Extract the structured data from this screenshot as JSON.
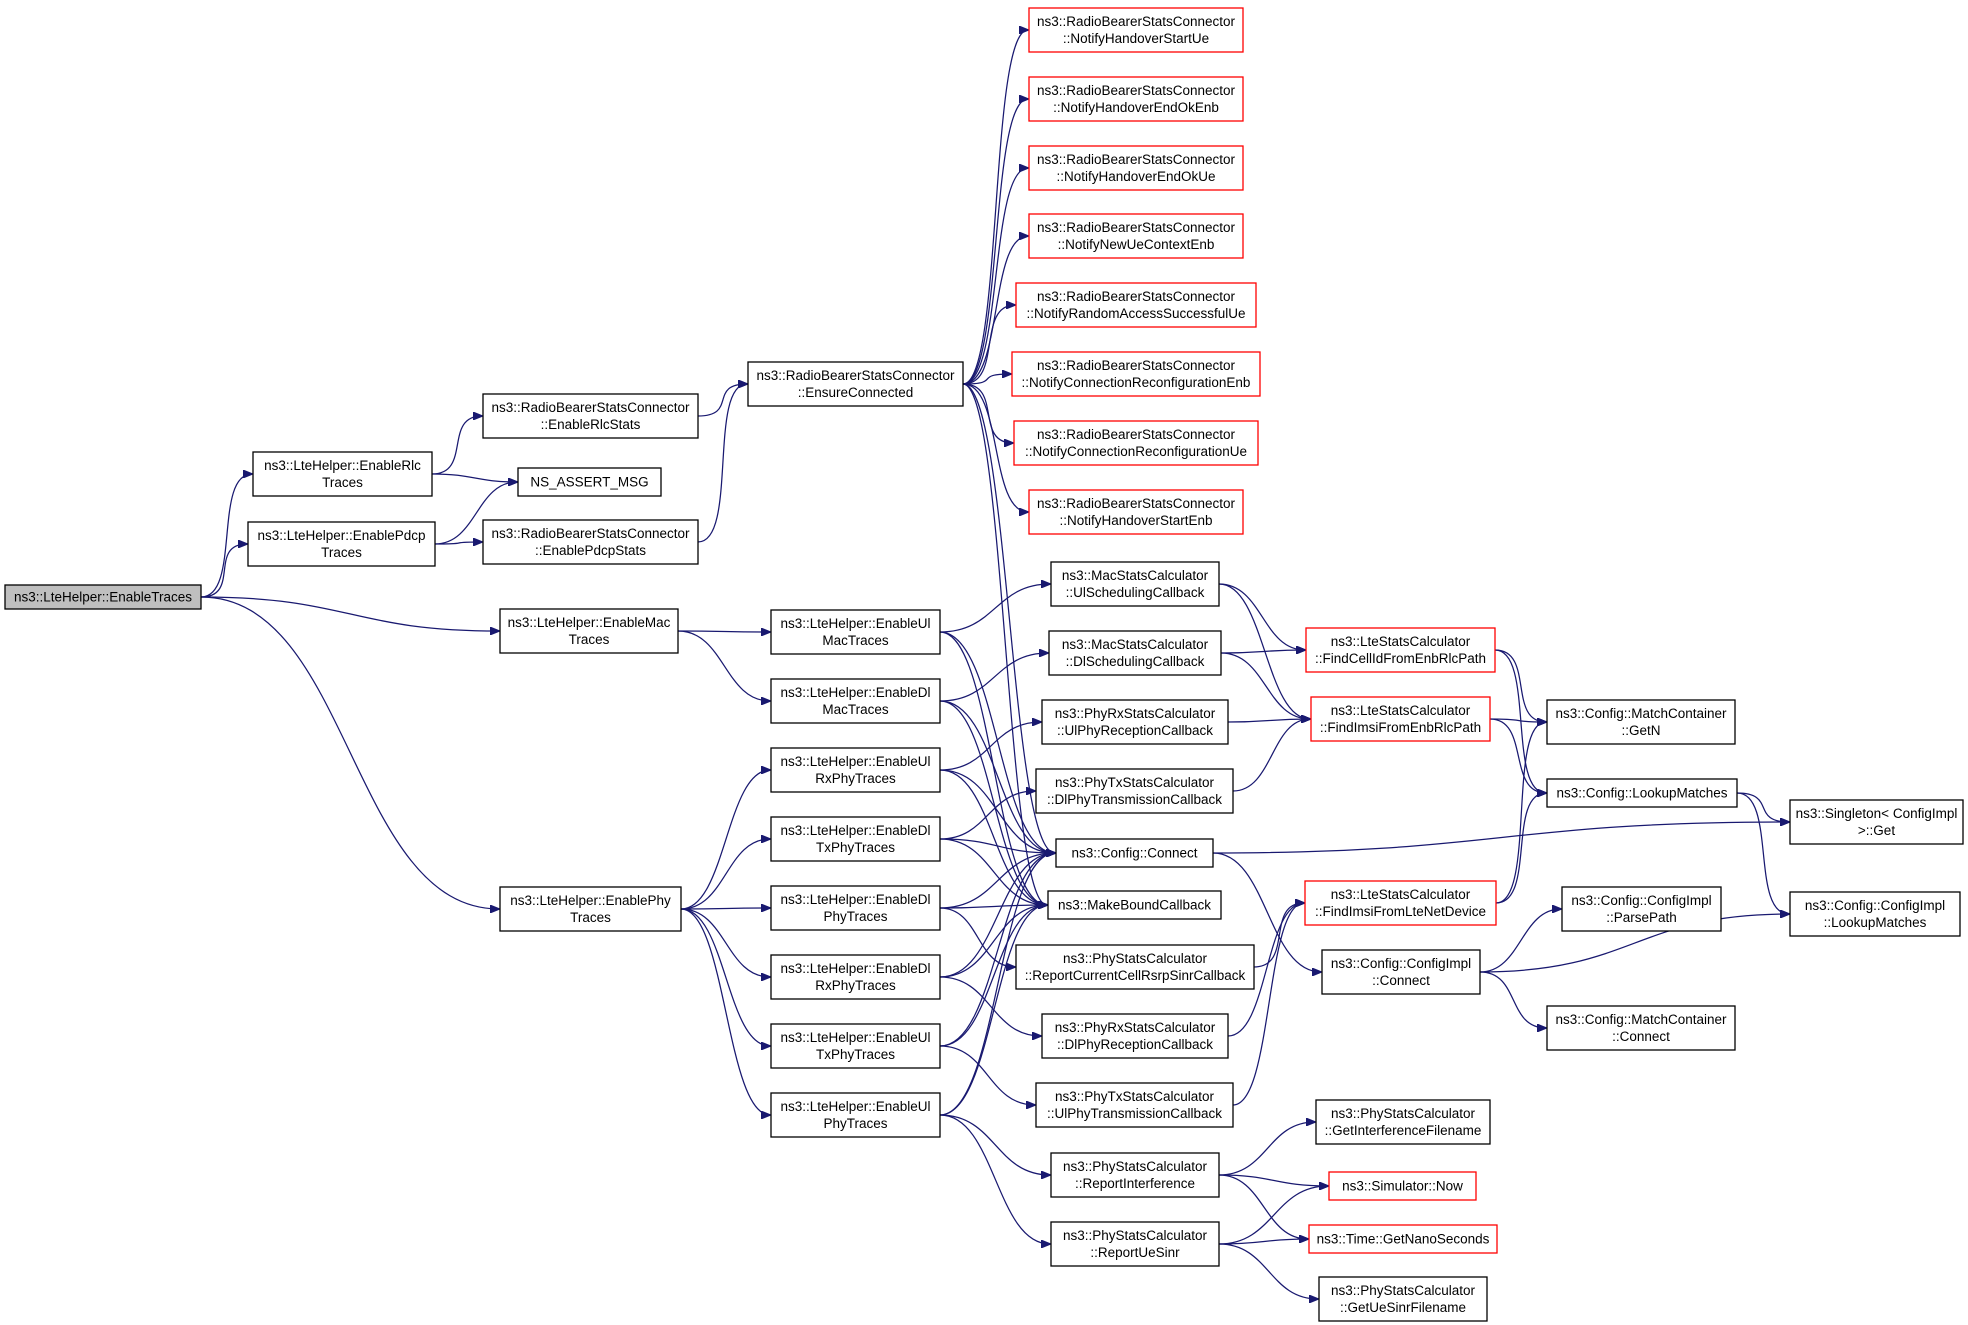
{
  "colors": {
    "edge": "#191970",
    "box_border": "#000000",
    "box_border_truncated": "#ff0000",
    "root_fill": "#bfbfbf",
    "box_fill": "#ffffff",
    "background": "#ffffff"
  },
  "nodes": [
    {
      "id": "root",
      "lines": [
        "ns3::LteHelper::EnableTraces"
      ],
      "style": "root"
    },
    {
      "id": "rlcTraces",
      "lines": [
        "ns3::LteHelper::EnableRlc",
        "Traces"
      ],
      "style": "normal"
    },
    {
      "id": "pdcpTraces",
      "lines": [
        "ns3::LteHelper::EnablePdcp",
        "Traces"
      ],
      "style": "normal"
    },
    {
      "id": "macTraces",
      "lines": [
        "ns3::LteHelper::EnableMac",
        "Traces"
      ],
      "style": "normal"
    },
    {
      "id": "phyTraces",
      "lines": [
        "ns3::LteHelper::EnablePhy",
        "Traces"
      ],
      "style": "normal"
    },
    {
      "id": "rlcStats",
      "lines": [
        "ns3::RadioBearerStatsConnector",
        "::EnableRlcStats"
      ],
      "style": "normal"
    },
    {
      "id": "nsAssert",
      "lines": [
        "NS_ASSERT_MSG"
      ],
      "style": "normal"
    },
    {
      "id": "pdcpStats",
      "lines": [
        "ns3::RadioBearerStatsConnector",
        "::EnablePdcpStats"
      ],
      "style": "normal"
    },
    {
      "id": "ensure",
      "lines": [
        "ns3::RadioBearerStatsConnector",
        "::EnsureConnected"
      ],
      "style": "normal"
    },
    {
      "id": "hoStartUe",
      "lines": [
        "ns3::RadioBearerStatsConnector",
        "::NotifyHandoverStartUe"
      ],
      "style": "truncated"
    },
    {
      "id": "hoEndOkEnb",
      "lines": [
        "ns3::RadioBearerStatsConnector",
        "::NotifyHandoverEndOkEnb"
      ],
      "style": "truncated"
    },
    {
      "id": "hoEndOkUe",
      "lines": [
        "ns3::RadioBearerStatsConnector",
        "::NotifyHandoverEndOkUe"
      ],
      "style": "truncated"
    },
    {
      "id": "newUeCtx",
      "lines": [
        "ns3::RadioBearerStatsConnector",
        "::NotifyNewUeContextEnb"
      ],
      "style": "truncated"
    },
    {
      "id": "randAccess",
      "lines": [
        "ns3::RadioBearerStatsConnector",
        "::NotifyRandomAccessSuccessfulUe"
      ],
      "style": "truncated"
    },
    {
      "id": "connReconfEnb",
      "lines": [
        "ns3::RadioBearerStatsConnector",
        "::NotifyConnectionReconfigurationEnb"
      ],
      "style": "truncated"
    },
    {
      "id": "connReconfUe",
      "lines": [
        "ns3::RadioBearerStatsConnector",
        "::NotifyConnectionReconfigurationUe"
      ],
      "style": "truncated"
    },
    {
      "id": "hoStartEnb",
      "lines": [
        "ns3::RadioBearerStatsConnector",
        "::NotifyHandoverStartEnb"
      ],
      "style": "truncated"
    },
    {
      "id": "ulMac",
      "lines": [
        "ns3::LteHelper::EnableUl",
        "MacTraces"
      ],
      "style": "normal"
    },
    {
      "id": "dlMac",
      "lines": [
        "ns3::LteHelper::EnableDl",
        "MacTraces"
      ],
      "style": "normal"
    },
    {
      "id": "ulRxPhy",
      "lines": [
        "ns3::LteHelper::EnableUl",
        "RxPhyTraces"
      ],
      "style": "normal"
    },
    {
      "id": "dlTxPhy",
      "lines": [
        "ns3::LteHelper::EnableDl",
        "TxPhyTraces"
      ],
      "style": "normal"
    },
    {
      "id": "dlPhy",
      "lines": [
        "ns3::LteHelper::EnableDl",
        "PhyTraces"
      ],
      "style": "normal"
    },
    {
      "id": "dlRxPhy",
      "lines": [
        "ns3::LteHelper::EnableDl",
        "RxPhyTraces"
      ],
      "style": "normal"
    },
    {
      "id": "ulTxPhy",
      "lines": [
        "ns3::LteHelper::EnableUl",
        "TxPhyTraces"
      ],
      "style": "normal"
    },
    {
      "id": "ulPhy",
      "lines": [
        "ns3::LteHelper::EnableUl",
        "PhyTraces"
      ],
      "style": "normal"
    },
    {
      "id": "ulSched",
      "lines": [
        "ns3::MacStatsCalculator",
        "::UlSchedulingCallback"
      ],
      "style": "normal"
    },
    {
      "id": "dlSched",
      "lines": [
        "ns3::MacStatsCalculator",
        "::DlSchedulingCallback"
      ],
      "style": "normal"
    },
    {
      "id": "ulPhyRecep",
      "lines": [
        "ns3::PhyRxStatsCalculator",
        "::UlPhyReceptionCallback"
      ],
      "style": "normal"
    },
    {
      "id": "dlPhyTrans",
      "lines": [
        "ns3::PhyTxStatsCalculator",
        "::DlPhyTransmissionCallback"
      ],
      "style": "normal"
    },
    {
      "id": "connect",
      "lines": [
        "ns3::Config::Connect"
      ],
      "style": "normal"
    },
    {
      "id": "makeBound",
      "lines": [
        "ns3::MakeBoundCallback"
      ],
      "style": "normal"
    },
    {
      "id": "rsrpSinr",
      "lines": [
        "ns3::PhyStatsCalculator",
        "::ReportCurrentCellRsrpSinrCallback"
      ],
      "style": "normal"
    },
    {
      "id": "dlPhyRecep",
      "lines": [
        "ns3::PhyRxStatsCalculator",
        "::DlPhyReceptionCallback"
      ],
      "style": "normal"
    },
    {
      "id": "ulPhyTrans",
      "lines": [
        "ns3::PhyTxStatsCalculator",
        "::UlPhyTransmissionCallback"
      ],
      "style": "normal"
    },
    {
      "id": "reportInterf",
      "lines": [
        "ns3::PhyStatsCalculator",
        "::ReportInterference"
      ],
      "style": "normal"
    },
    {
      "id": "reportUeSinr",
      "lines": [
        "ns3::PhyStatsCalculator",
        "::ReportUeSinr"
      ],
      "style": "normal"
    },
    {
      "id": "findCellId",
      "lines": [
        "ns3::LteStatsCalculator",
        "::FindCellIdFromEnbRlcPath"
      ],
      "style": "truncated"
    },
    {
      "id": "findImsiRlc",
      "lines": [
        "ns3::LteStatsCalculator",
        "::FindImsiFromEnbRlcPath"
      ],
      "style": "truncated"
    },
    {
      "id": "findImsiNet",
      "lines": [
        "ns3::LteStatsCalculator",
        "::FindImsiFromLteNetDevice"
      ],
      "style": "truncated"
    },
    {
      "id": "cfgImplConnect",
      "lines": [
        "ns3::Config::ConfigImpl",
        "::Connect"
      ],
      "style": "normal"
    },
    {
      "id": "getInterfFile",
      "lines": [
        "ns3::PhyStatsCalculator",
        "::GetInterferenceFilename"
      ],
      "style": "normal"
    },
    {
      "id": "simNow",
      "lines": [
        "ns3::Simulator::Now"
      ],
      "style": "truncated"
    },
    {
      "id": "getNano",
      "lines": [
        "ns3::Time::GetNanoSeconds"
      ],
      "style": "truncated"
    },
    {
      "id": "getUeSinrFile",
      "lines": [
        "ns3::PhyStatsCalculator",
        "::GetUeSinrFilename"
      ],
      "style": "normal"
    },
    {
      "id": "mcGetN",
      "lines": [
        "ns3::Config::MatchContainer",
        "::GetN"
      ],
      "style": "normal"
    },
    {
      "id": "lookupMatches",
      "lines": [
        "ns3::Config::LookupMatches"
      ],
      "style": "normal"
    },
    {
      "id": "parsePath",
      "lines": [
        "ns3::Config::ConfigImpl",
        "::ParsePath"
      ],
      "style": "normal"
    },
    {
      "id": "mcConnect",
      "lines": [
        "ns3::Config::MatchContainer",
        "::Connect"
      ],
      "style": "normal"
    },
    {
      "id": "singletonGet",
      "lines": [
        "ns3::Singleton< ConfigImpl",
        " >::Get"
      ],
      "style": "normal"
    },
    {
      "id": "cfgImplLookup",
      "lines": [
        "ns3::Config::ConfigImpl",
        "::LookupMatches"
      ],
      "style": "normal"
    }
  ],
  "edges": [
    [
      "root",
      "rlcTraces"
    ],
    [
      "root",
      "pdcpTraces"
    ],
    [
      "root",
      "macTraces"
    ],
    [
      "root",
      "phyTraces"
    ],
    [
      "rlcTraces",
      "rlcStats"
    ],
    [
      "rlcTraces",
      "nsAssert"
    ],
    [
      "pdcpTraces",
      "nsAssert"
    ],
    [
      "pdcpTraces",
      "pdcpStats"
    ],
    [
      "rlcStats",
      "ensure"
    ],
    [
      "pdcpStats",
      "ensure"
    ],
    [
      "ensure",
      "hoStartUe"
    ],
    [
      "ensure",
      "hoEndOkEnb"
    ],
    [
      "ensure",
      "hoEndOkUe"
    ],
    [
      "ensure",
      "newUeCtx"
    ],
    [
      "ensure",
      "randAccess"
    ],
    [
      "ensure",
      "connReconfEnb"
    ],
    [
      "ensure",
      "connReconfUe"
    ],
    [
      "ensure",
      "hoStartEnb"
    ],
    [
      "ensure",
      "connect"
    ],
    [
      "ensure",
      "makeBound"
    ],
    [
      "macTraces",
      "ulMac"
    ],
    [
      "macTraces",
      "dlMac"
    ],
    [
      "phyTraces",
      "ulRxPhy"
    ],
    [
      "phyTraces",
      "dlTxPhy"
    ],
    [
      "phyTraces",
      "dlPhy"
    ],
    [
      "phyTraces",
      "dlRxPhy"
    ],
    [
      "phyTraces",
      "ulTxPhy"
    ],
    [
      "phyTraces",
      "ulPhy"
    ],
    [
      "ulMac",
      "ulSched"
    ],
    [
      "ulMac",
      "connect"
    ],
    [
      "ulMac",
      "makeBound"
    ],
    [
      "dlMac",
      "dlSched"
    ],
    [
      "dlMac",
      "connect"
    ],
    [
      "dlMac",
      "makeBound"
    ],
    [
      "ulRxPhy",
      "ulPhyRecep"
    ],
    [
      "ulRxPhy",
      "connect"
    ],
    [
      "ulRxPhy",
      "makeBound"
    ],
    [
      "dlTxPhy",
      "dlPhyTrans"
    ],
    [
      "dlTxPhy",
      "connect"
    ],
    [
      "dlTxPhy",
      "makeBound"
    ],
    [
      "dlPhy",
      "connect"
    ],
    [
      "dlPhy",
      "makeBound"
    ],
    [
      "dlPhy",
      "rsrpSinr"
    ],
    [
      "dlRxPhy",
      "connect"
    ],
    [
      "dlRxPhy",
      "makeBound"
    ],
    [
      "dlRxPhy",
      "dlPhyRecep"
    ],
    [
      "ulTxPhy",
      "connect"
    ],
    [
      "ulTxPhy",
      "makeBound"
    ],
    [
      "ulTxPhy",
      "ulPhyTrans"
    ],
    [
      "ulPhy",
      "connect"
    ],
    [
      "ulPhy",
      "makeBound"
    ],
    [
      "ulPhy",
      "reportInterf"
    ],
    [
      "ulPhy",
      "reportUeSinr"
    ],
    [
      "ulSched",
      "findCellId"
    ],
    [
      "ulSched",
      "findImsiRlc"
    ],
    [
      "dlSched",
      "findCellId"
    ],
    [
      "dlSched",
      "findImsiRlc"
    ],
    [
      "ulPhyRecep",
      "findImsiRlc"
    ],
    [
      "dlPhyTrans",
      "findImsiRlc"
    ],
    [
      "rsrpSinr",
      "findImsiNet"
    ],
    [
      "dlPhyRecep",
      "findImsiNet"
    ],
    [
      "ulPhyTrans",
      "findImsiNet"
    ],
    [
      "connect",
      "singletonGet"
    ],
    [
      "connect",
      "cfgImplConnect"
    ],
    [
      "reportInterf",
      "getInterfFile"
    ],
    [
      "reportInterf",
      "simNow"
    ],
    [
      "reportInterf",
      "getNano"
    ],
    [
      "reportUeSinr",
      "simNow"
    ],
    [
      "reportUeSinr",
      "getNano"
    ],
    [
      "reportUeSinr",
      "getUeSinrFile"
    ],
    [
      "findCellId",
      "mcGetN"
    ],
    [
      "findCellId",
      "lookupMatches"
    ],
    [
      "findImsiRlc",
      "mcGetN"
    ],
    [
      "findImsiRlc",
      "lookupMatches"
    ],
    [
      "findImsiNet",
      "mcGetN"
    ],
    [
      "findImsiNet",
      "lookupMatches"
    ],
    [
      "cfgImplConnect",
      "parsePath"
    ],
    [
      "cfgImplConnect",
      "cfgImplLookup"
    ],
    [
      "cfgImplConnect",
      "mcConnect"
    ],
    [
      "lookupMatches",
      "singletonGet"
    ],
    [
      "lookupMatches",
      "cfgImplLookup"
    ]
  ]
}
